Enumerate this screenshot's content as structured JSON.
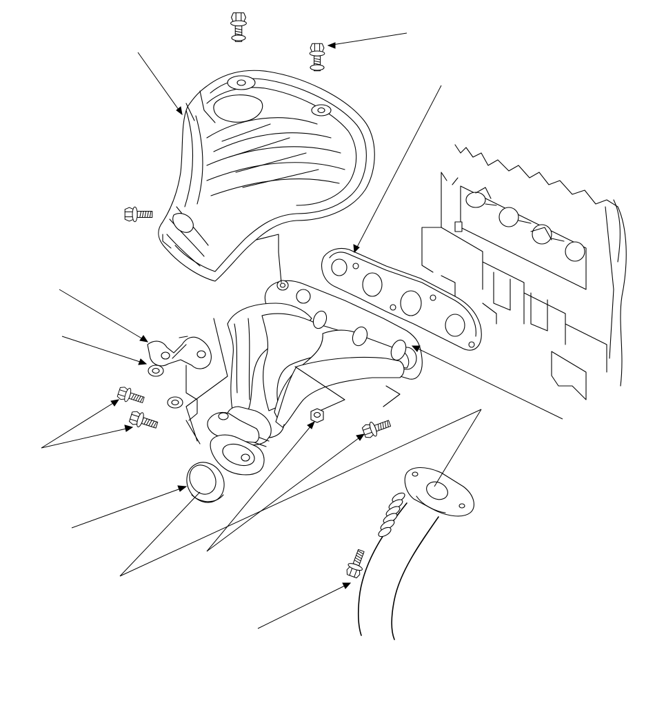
{
  "diagram": {
    "type": "exploded-parts-diagram",
    "colors": {
      "background": "#ffffff",
      "line": "#000000"
    },
    "parts": [
      {
        "id": "upper-heat-shield",
        "icon": "heat-shield-icon"
      },
      {
        "id": "shield-bolt-top-left",
        "icon": "flange-bolt-icon"
      },
      {
        "id": "shield-bolt-top-right",
        "icon": "flange-bolt-icon"
      },
      {
        "id": "shield-bolt-side",
        "icon": "flange-bolt-icon"
      },
      {
        "id": "manifold-gasket",
        "icon": "gasket-icon"
      },
      {
        "id": "cylinder-head",
        "icon": "engine-block-icon"
      },
      {
        "id": "exhaust-manifold",
        "icon": "exhaust-manifold-icon"
      },
      {
        "id": "manifold-bracket",
        "icon": "bracket-icon"
      },
      {
        "id": "bracket-washer",
        "icon": "washer-icon"
      },
      {
        "id": "bracket-bolt-upper",
        "icon": "flange-bolt-icon"
      },
      {
        "id": "bracket-bolt-lower",
        "icon": "flange-bolt-icon"
      },
      {
        "id": "bracket-spacer",
        "icon": "washer-icon"
      },
      {
        "id": "flange-nut",
        "icon": "nut-icon"
      },
      {
        "id": "manifold-flange-bolt",
        "icon": "flange-bolt-icon"
      },
      {
        "id": "exhaust-pipe-gasket",
        "icon": "gasket-icon"
      },
      {
        "id": "front-exhaust-pipe",
        "icon": "exhaust-pipe-icon"
      },
      {
        "id": "spring",
        "icon": "spring-icon"
      },
      {
        "id": "spring-bolt",
        "icon": "flange-bolt-icon"
      }
    ],
    "callouts": []
  }
}
